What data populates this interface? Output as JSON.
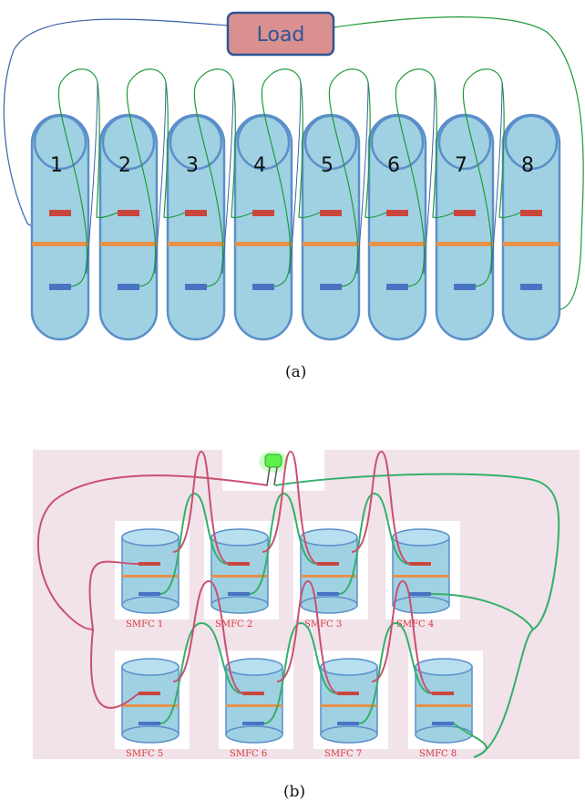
{
  "figure_a": {
    "load_label": "Load",
    "cells": [
      "1",
      "2",
      "3",
      "4",
      "5",
      "6",
      "7",
      "8"
    ],
    "caption": "(a)",
    "colors": {
      "cell_fill": "#9fd1e3",
      "cell_stroke": "#5b8fc9",
      "anode": "#c9463d",
      "cathode": "#4a73c4",
      "membrane": "#e8914a",
      "load_fill": "#d9908f",
      "load_text": "#2f5597",
      "wire_blue": "#3b62a8",
      "wire_green": "#1d9a3a"
    }
  },
  "figure_b": {
    "cells": [
      "SMFC 1",
      "SMFC 2",
      "SMFC 3",
      "SMFC 4",
      "SMFC 5",
      "SMFC 6",
      "SMFC 7",
      "SMFC 8"
    ],
    "caption": "(b)",
    "colors": {
      "background": "#f2e2ea",
      "label": "#d63b3b",
      "wire_red": "#c9506f",
      "wire_green": "#33b069",
      "led": "#5ef04a"
    }
  }
}
